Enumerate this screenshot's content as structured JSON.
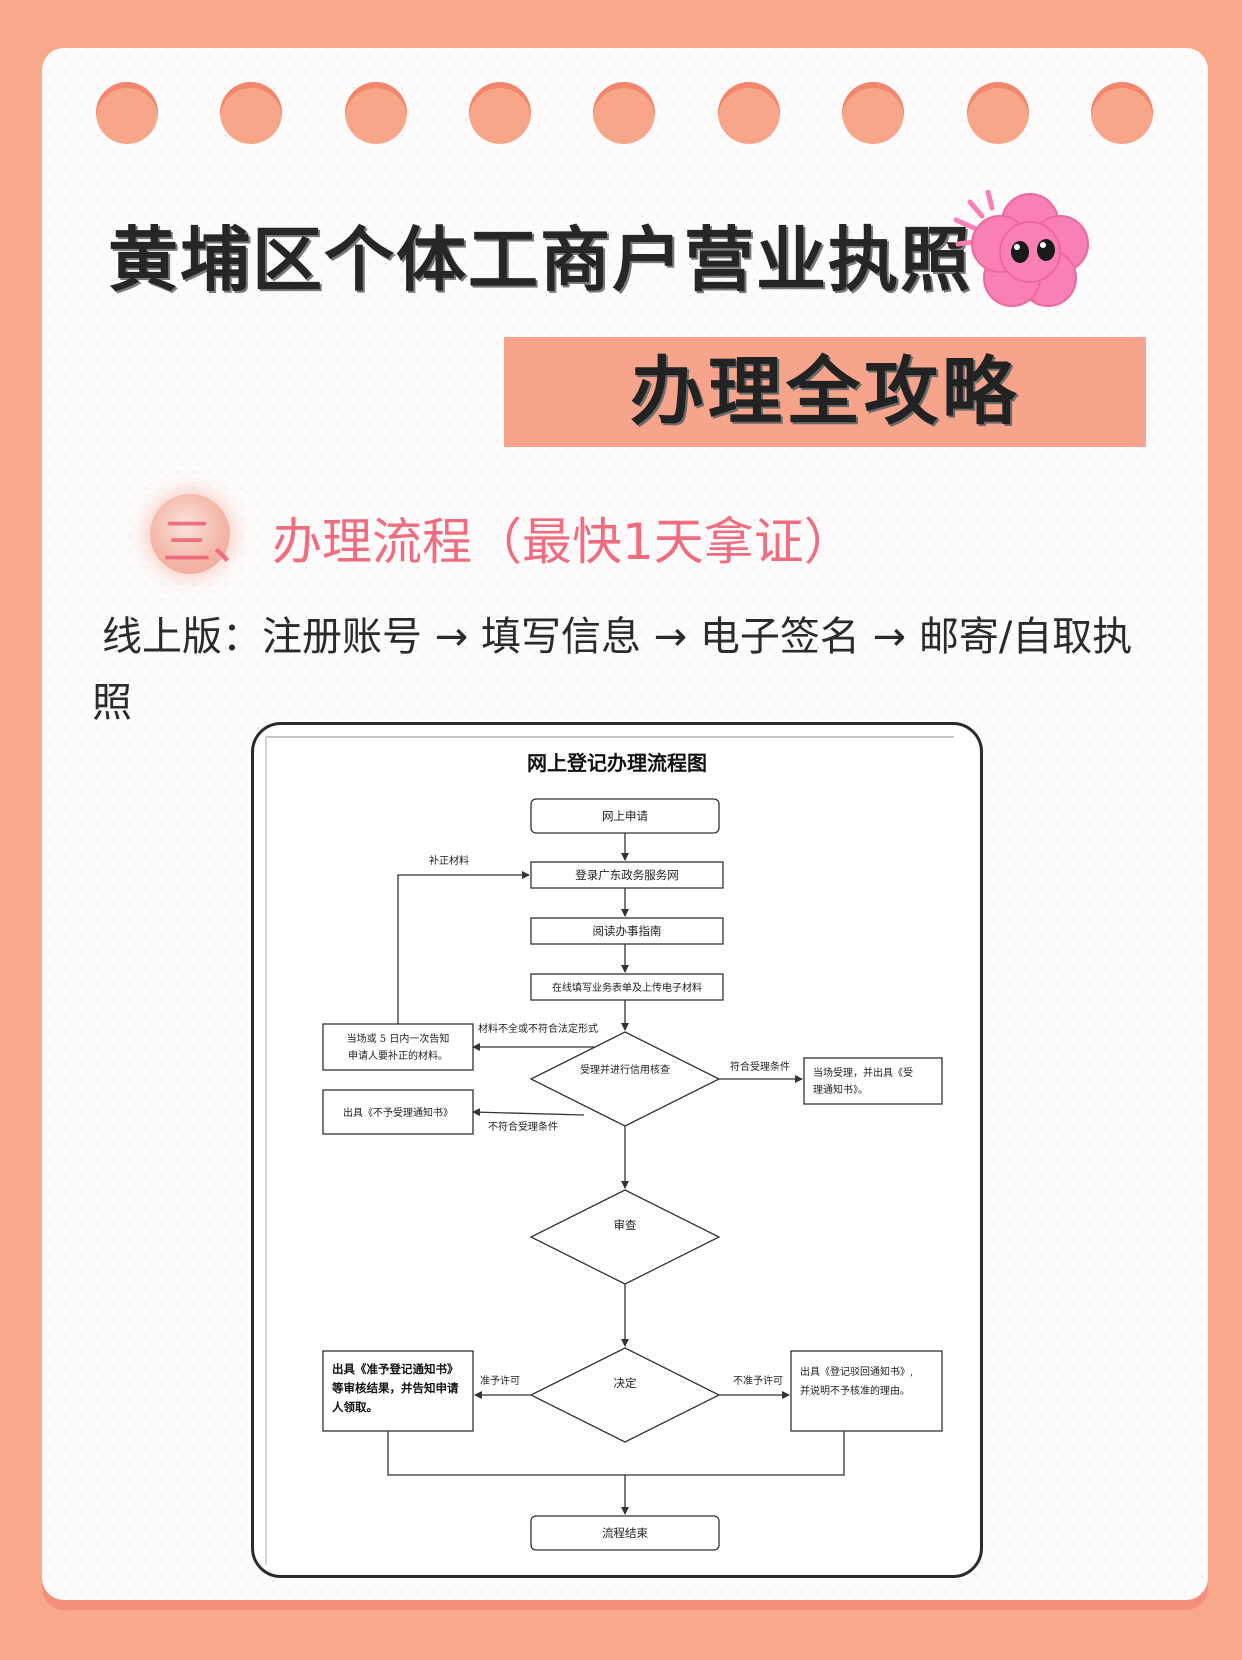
{
  "header": {
    "title": "黄埔区个体工商户营业执照",
    "banner": "办理全攻略"
  },
  "section": {
    "number": "三、",
    "title": "办理流程（最快1天拿证）"
  },
  "process": {
    "text": "线上版：注册账号 → 填写信息 → 电子签名 → 邮寄/自取执照"
  },
  "flowchart": {
    "title": "网上登记办理流程图",
    "nodes": {
      "apply": "网上申请",
      "login": "登录广东政务服务网",
      "guide": "阅读办事指南",
      "fill": "在线填写业务表单及上传电子材料",
      "accept": "受理并进行信用核查",
      "notify_1": "当场或 5 日内一次告知",
      "notify_2": "申请人要补正的材料。",
      "reject": "出具《不予受理通知书》",
      "accepted_1": "当场受理，并出具《受",
      "accepted_2": "理通知书》。",
      "review": "审查",
      "decide": "决定",
      "approve_1": "出具《准予登记通知书》",
      "approve_2": "等审核结果，并告知申请",
      "approve_3": "人领取。",
      "deny_1": "出具《登记驳回通知书》,",
      "deny_2": "并说明不予核准的理由。",
      "end": "流程结束"
    },
    "edges": {
      "supplement": "补正材料",
      "incomplete": "材料不全或不符合法定形式",
      "eligible": "符合受理条件",
      "ineligible": "不符合受理条件",
      "permit": "准予许可",
      "no_permit": "不准予许可"
    }
  },
  "colors": {
    "background": "#f8a98b",
    "banner": "#f7a48c",
    "section": "#f06d7f",
    "flower": "#f97fb4"
  }
}
